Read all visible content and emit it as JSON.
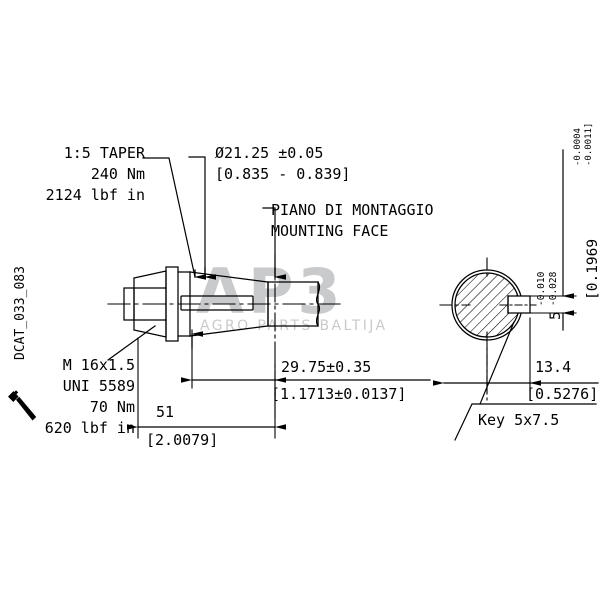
{
  "drawing": {
    "title_code": "DCAT_033_083",
    "watermark": {
      "main": "AP3",
      "sub": "AGRO PARTS BALTIJA",
      "color": "#c9cacc"
    },
    "line_color": "#000000",
    "background": "#ffffff"
  },
  "annotations": {
    "taper": {
      "line1": "1:5 TAPER",
      "line2": "240 Nm",
      "line3": "2124 lbf in"
    },
    "diameter": {
      "line1": "Ø21.25 ±0.05",
      "line2": "[0.835 - 0.839]",
      "value": "21.25",
      "tolerance": "±0.05",
      "inch_range": "[0.835 - 0.839]"
    },
    "mounting_face": {
      "line1": "PIANO DI MONTAGGIO",
      "line2": "MOUNTING FACE"
    },
    "thread": {
      "line1": "M 16x1.5",
      "line2": "UNI 5589",
      "line3": "70 Nm",
      "line4": "620 lbf in",
      "icon": "wrench-icon"
    },
    "key_note": "Key 5x7.5"
  },
  "dimensions": {
    "overall_length": {
      "mm": "51",
      "inch": "[2.0079]"
    },
    "mount_distance": {
      "mm": "29.75±0.35",
      "inch": "[1.1713±0.0137]"
    },
    "key_width": {
      "mm": "13.4",
      "inch": "[0.5276]"
    },
    "keyway_depth": {
      "nominal": "5",
      "tol_upper": "-0.010",
      "tol_lower": "-0.028",
      "inch_nominal": "[0.1969",
      "inch_tol_upper": "-0.0004",
      "inch_tol_lower": "-0.0011]"
    }
  }
}
